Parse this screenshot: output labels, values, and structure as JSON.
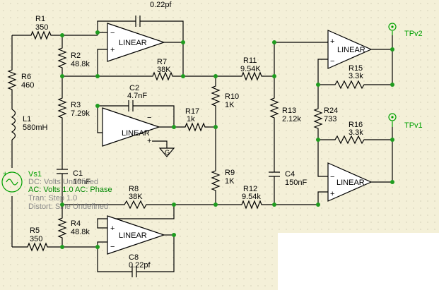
{
  "colors": {
    "background": "#f4f0d8",
    "grid_dot": "#b8b49c",
    "wire": "#000000",
    "node": "#1f9c1f",
    "source": "#00a000",
    "source_param": "#008800",
    "dim_text": "#8a8a8a",
    "blank_area": "#ffffff"
  },
  "resistors": {
    "R1": {
      "name": "R1",
      "value": "350"
    },
    "R2": {
      "name": "R2",
      "value": "48.8k"
    },
    "R3": {
      "name": "R3",
      "value": "7.29k"
    },
    "R4": {
      "name": "R4",
      "value": "48.8k"
    },
    "R5": {
      "name": "R5",
      "value": "350"
    },
    "R6": {
      "name": "R6",
      "value": "460"
    },
    "R7": {
      "name": "R7",
      "value": "38K"
    },
    "R8": {
      "name": "R8",
      "value": "38K"
    },
    "R9": {
      "name": "R9",
      "value": "1K"
    },
    "R10": {
      "name": "R10",
      "value": "1K"
    },
    "R11": {
      "name": "R11",
      "value": "9.54K"
    },
    "R12": {
      "name": "R12",
      "value": "9.54k"
    },
    "R13": {
      "name": "R13",
      "value": "2.12k"
    },
    "R15": {
      "name": "R15",
      "value": "3.3k"
    },
    "R16": {
      "name": "R16",
      "value": "3.3k"
    },
    "R17": {
      "name": "R17",
      "value": "1k"
    },
    "R24": {
      "name": "R24",
      "value": "733"
    }
  },
  "capacitors": {
    "C1": {
      "name": "C1",
      "value": "10nF"
    },
    "C2": {
      "name": "C2",
      "value": "4.7nF"
    },
    "C4": {
      "name": "C4",
      "value": "150nF"
    },
    "C7": {
      "value": "0.22pf"
    },
    "C8": {
      "name": "C8",
      "value": "0.22pf"
    }
  },
  "inductors": {
    "L1": {
      "name": "L1",
      "value": "580mH"
    }
  },
  "opamp_label": "LINEAR",
  "source": {
    "name": "Vs1",
    "dc": "DC: Volts  Undefined",
    "ac": "AC: Volts  1.0   AC: Phase",
    "tran": "Tran: Step  1.0",
    "distort": "Distort: Sine  Undefined"
  },
  "ground_label": "G",
  "test_points": {
    "tpv2": "TPv2",
    "tpv1": "TPv1"
  }
}
